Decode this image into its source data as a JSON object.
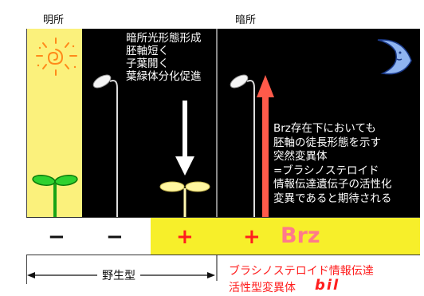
{
  "header": {
    "light_label": "明所",
    "dark_label": "暗所"
  },
  "dark_description": "暗所光形態形成\n胚軸短く\n子葉開く\n葉緑体分化促進",
  "mutant_description": "Brz存在下においても\n胚軸の徒長形態を示す\n突然変異体\n=ブラシノステロイド\n情報伝達遺伝子の活性化\n変異であると期待される",
  "signs": {
    "light_wt": "−",
    "dark_wt": "−",
    "mutant": "+",
    "brz_plus": "+"
  },
  "brz_label": "Brz",
  "wild_type_label": "野生型",
  "mutant_name_line1": "ブラシノステロイド情報伝達",
  "mutant_name_line2": "活性型変異体",
  "mutant_symbol": "bil",
  "colors": {
    "yellow_panel": "#fbf17c",
    "yellow_bottom": "#f7ef2a",
    "red": "#ff1e1e",
    "arrow_red": "#ff5a4a",
    "brz": "#ff7a8a"
  },
  "icons": [
    "sun-icon",
    "moon-icon",
    "seedling-icon",
    "etiolated-seedling-icon",
    "down-arrow-icon",
    "up-arrow-icon",
    "double-arrow-icon"
  ]
}
